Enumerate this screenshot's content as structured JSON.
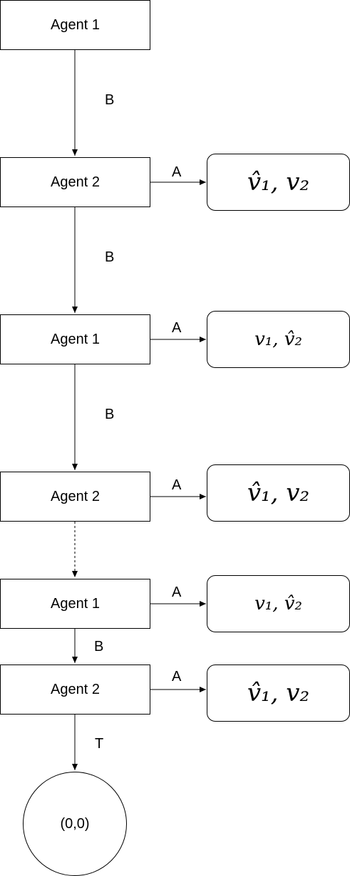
{
  "nodes": [
    {
      "id": "n1",
      "label": "Agent 1"
    },
    {
      "id": "n2",
      "label": "Agent 2"
    },
    {
      "id": "n3",
      "label": "Agent 1"
    },
    {
      "id": "n4",
      "label": "Agent 2"
    },
    {
      "id": "n5",
      "label": "Agent 1"
    },
    {
      "id": "n6",
      "label": "Agent 2"
    }
  ],
  "outcomes": [
    {
      "id": "o2",
      "text": "v̂₁, v₂"
    },
    {
      "id": "o3",
      "text": "v₁, v̂₂"
    },
    {
      "id": "o4",
      "text": "v̂₁, v₂"
    },
    {
      "id": "o5",
      "text": "v₁, v̂₂"
    },
    {
      "id": "o6",
      "text": "v̂₁, v₂"
    }
  ],
  "edge_labels": {
    "down": [
      "B",
      "B",
      "B",
      "B"
    ],
    "right": [
      "A",
      "A",
      "A",
      "A",
      "A"
    ],
    "terminal": "T"
  },
  "terminal": {
    "label": "(0,0)"
  }
}
